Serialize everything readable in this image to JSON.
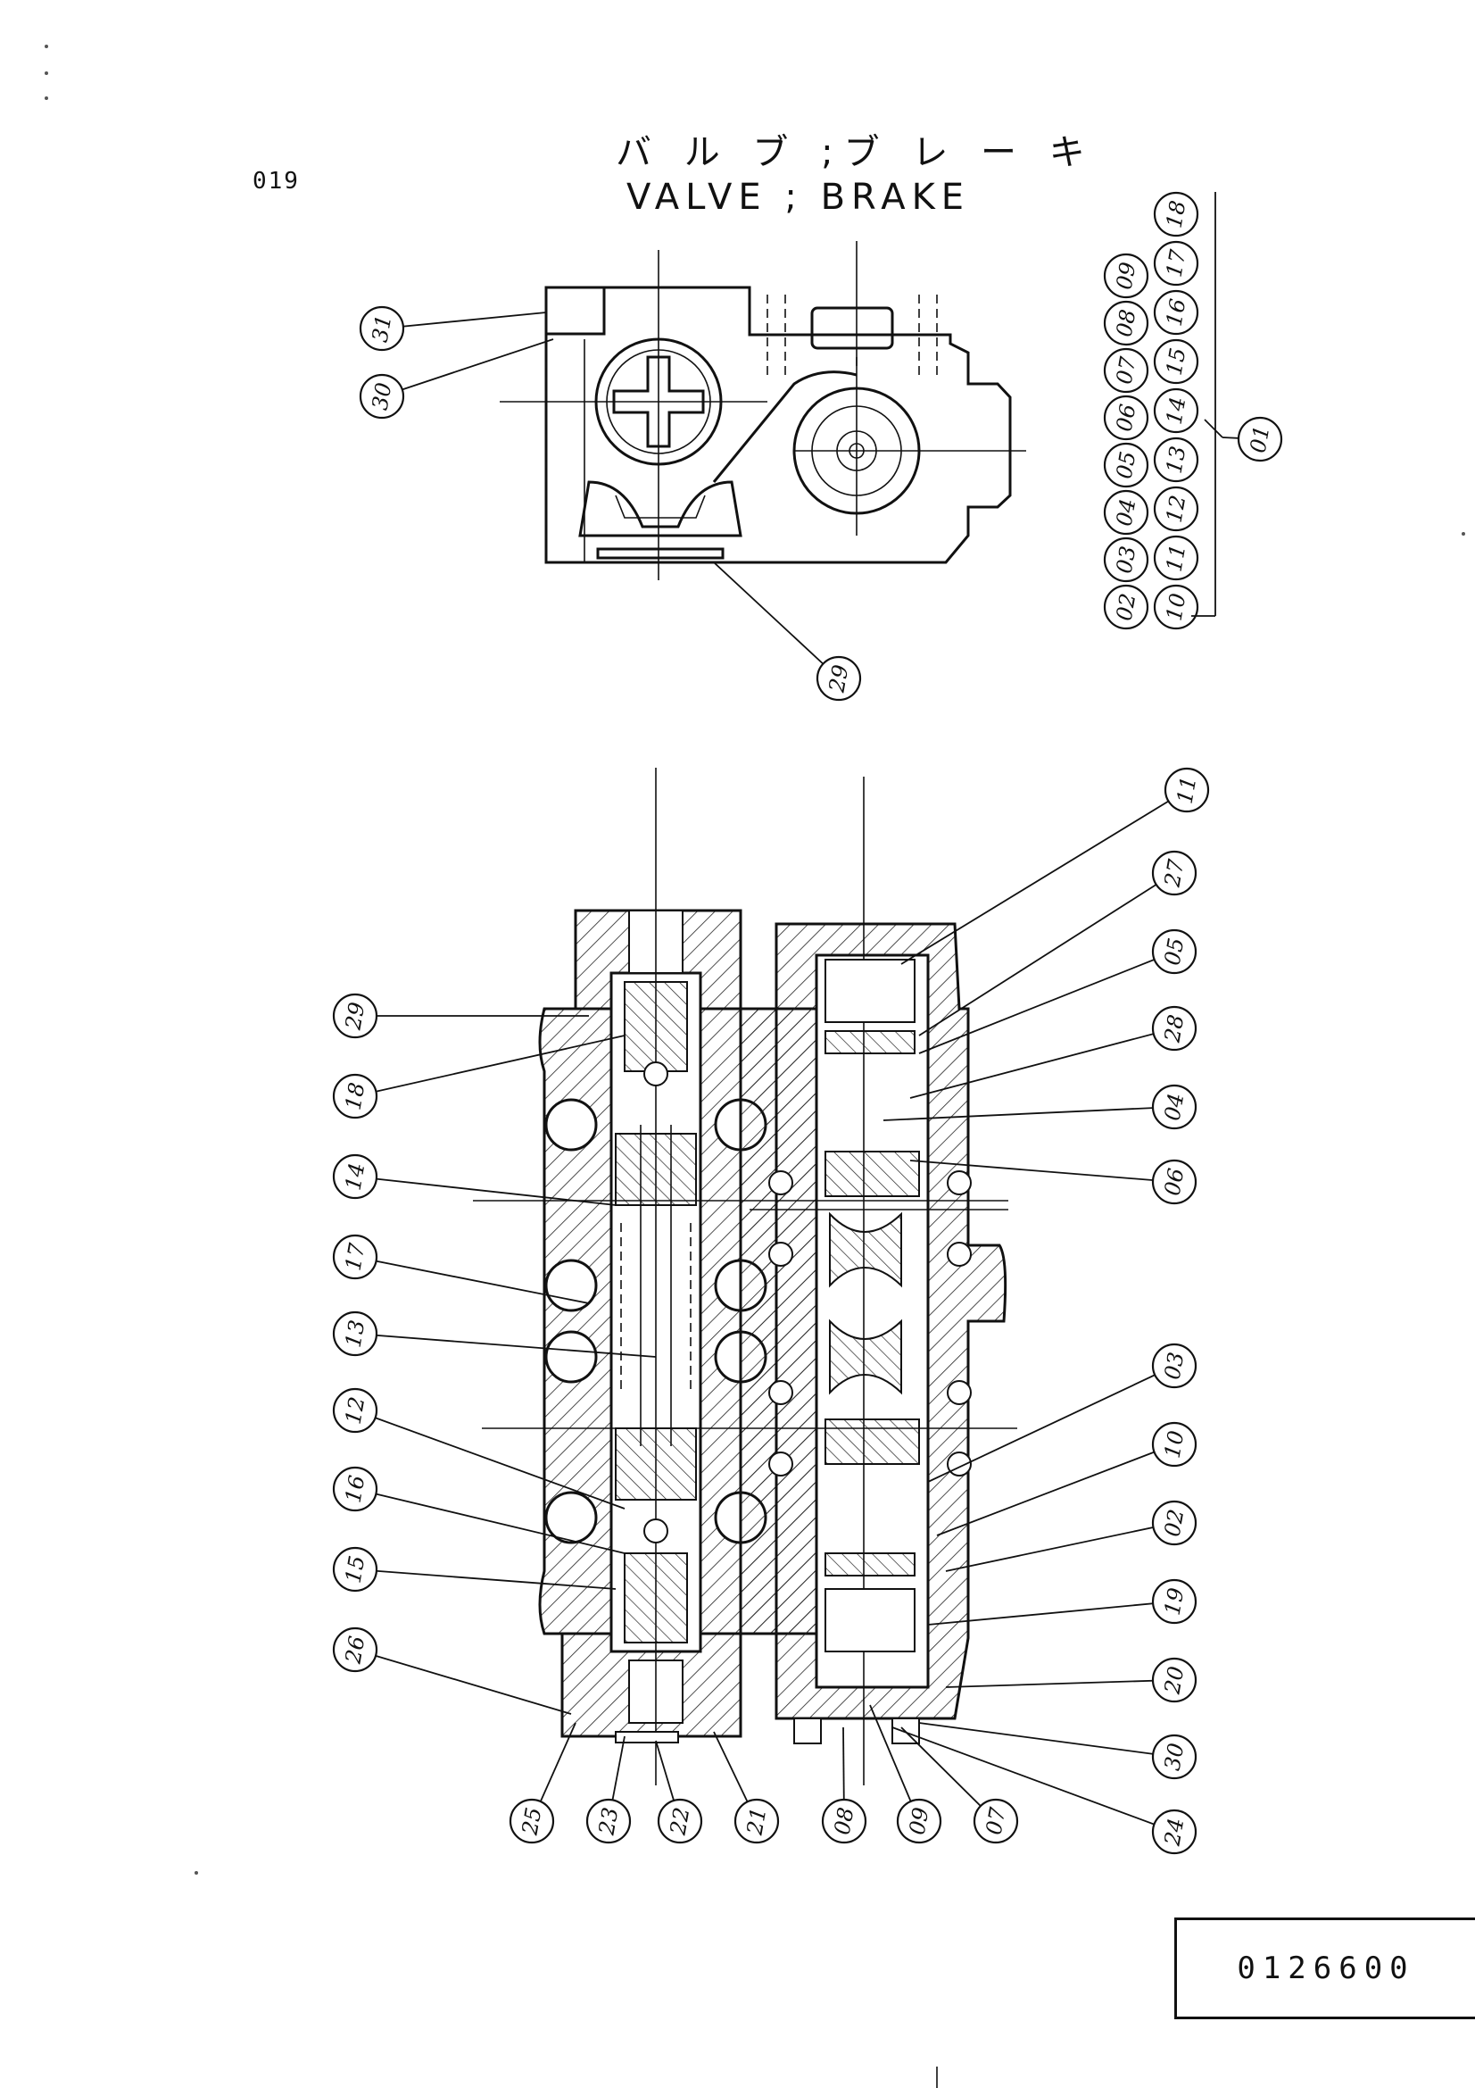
{
  "page_number": "019",
  "title_jp": "バ ル ブ ;ブ レ ー キ",
  "title_en": "VALVE ; BRAKE",
  "document_number": "0126600",
  "top_view": {
    "callouts": [
      "31",
      "30",
      "29"
    ]
  },
  "assembly_group": {
    "parent": "01",
    "column_outer": [
      "02",
      "03",
      "04",
      "05",
      "06",
      "07",
      "08",
      "09"
    ],
    "column_inner": [
      "10",
      "11",
      "12",
      "13",
      "14",
      "15",
      "16",
      "17",
      "18"
    ]
  },
  "section_view": {
    "left_callouts": [
      "29",
      "18",
      "14",
      "17",
      "13",
      "12",
      "16",
      "15",
      "26"
    ],
    "right_callouts": [
      "11",
      "27",
      "05",
      "28",
      "04",
      "06",
      "03",
      "10",
      "02",
      "19",
      "20",
      "30",
      "24"
    ],
    "bottom_callouts": [
      "25",
      "23",
      "22",
      "21",
      "08",
      "09",
      "07"
    ]
  }
}
